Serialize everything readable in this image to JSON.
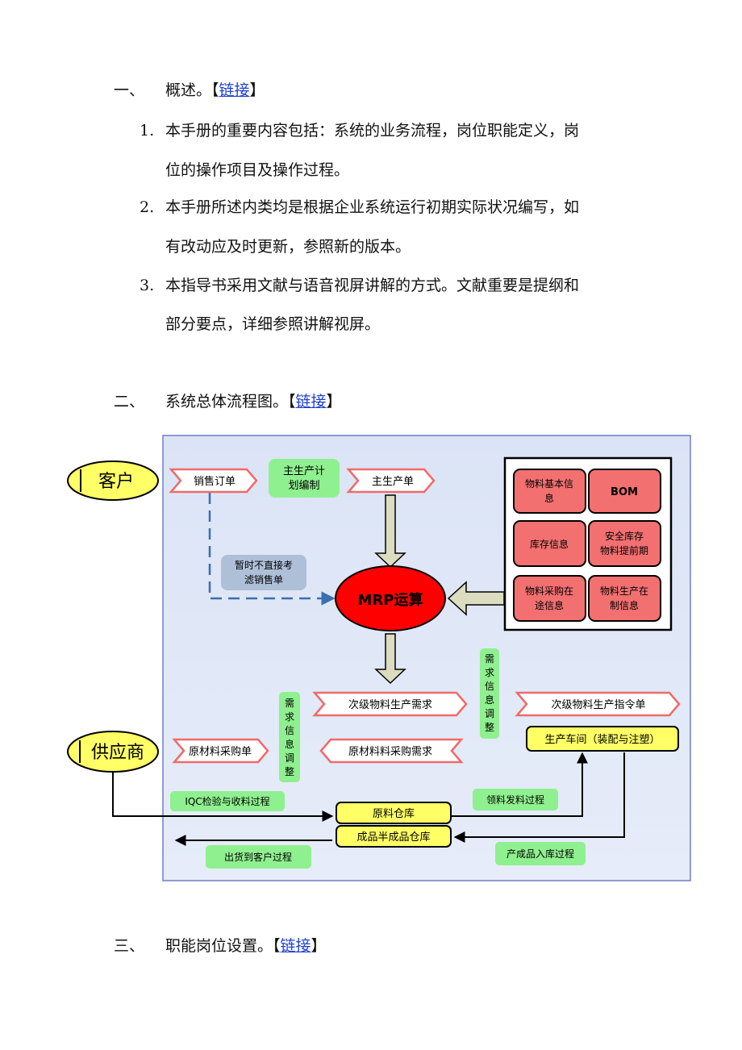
{
  "sections": [
    {
      "num": "一、",
      "text": "概述。【",
      "link": "链接",
      "close": "】"
    },
    {
      "num": "二、",
      "text": "系统总体流程图。【",
      "link": "链接",
      "close": "】"
    },
    {
      "num": "三、",
      "text": "职能岗位设置。【",
      "link": "链接",
      "close": "】"
    }
  ],
  "overview_items": [
    {
      "num": "1.",
      "line1": "本手册的重要内容包括：系统的业务流程，岗位职能定义，岗",
      "line2": "位的操作项目及操作过程。"
    },
    {
      "num": "2.",
      "line1": "本手册所述内类均是根据企业系统运行初期实际状况编写，如",
      "line2": "有改动应及时更新，参照新的版本。"
    },
    {
      "num": "3.",
      "line1": "本指导书采用文献与语音视屏讲解的方式。文献重要是提纲和",
      "line2": "部分要点，详细参照讲解视屏。"
    }
  ],
  "diagram": {
    "customer": "客户",
    "supplier": "供应商",
    "sales_order": "销售订单",
    "mps_plan": [
      "主生产计",
      "划编制"
    ],
    "mps_order": "主生产单",
    "no_direct": [
      "暂时不直接考",
      "滤销售单"
    ],
    "mrp": "MRP运算",
    "info_boxes": [
      [
        "物料基本信",
        "息"
      ],
      [
        "BOM"
      ],
      [
        "库存信息"
      ],
      [
        "安全库存",
        "物料提前期"
      ],
      [
        "物料采购在",
        "途信息"
      ],
      [
        "物料生产在",
        "制信息"
      ]
    ],
    "demand_adjust_left": [
      "需",
      "求",
      "信",
      "息",
      "调",
      "整"
    ],
    "demand_adjust_mid": [
      "需",
      "求",
      "信",
      "息",
      "调",
      "整"
    ],
    "secondary_demand": "次级物料生产需求",
    "secondary_order": "次级物料生产指令单",
    "raw_purchase_order": "原材料采购单",
    "raw_purchase_demand": "原材料料采购需求",
    "workshop": "生产车间（装配与注塑）",
    "iqc": "IQC检验与收料过程",
    "raw_warehouse": "原料仓库",
    "finished_warehouse": "成品半成品仓库",
    "issue_process": "领料发料过程",
    "ship_process": "出货到客户过程",
    "stock_in_process": "产成品入库过程"
  }
}
